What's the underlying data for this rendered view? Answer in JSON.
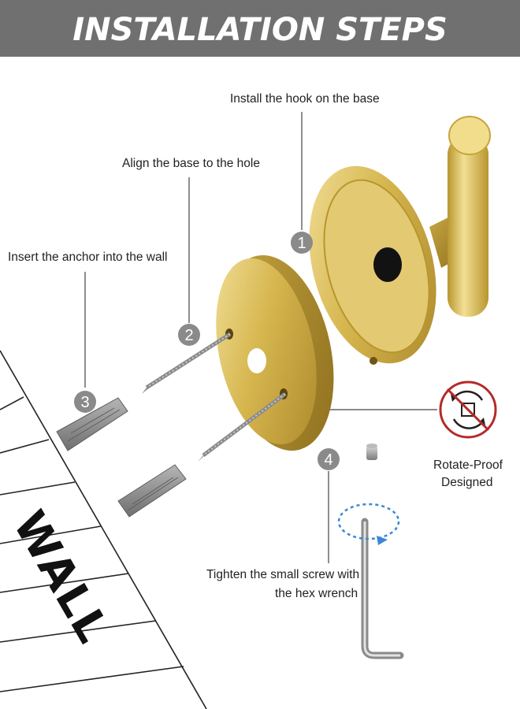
{
  "title": "INSTALLATION STEPS",
  "steps": [
    {
      "number": "1",
      "text": "Install the hook on the base"
    },
    {
      "number": "2",
      "text": "Align the base to the hole"
    },
    {
      "number": "3",
      "text": "Insert the anchor into the wall"
    },
    {
      "number": "4",
      "text_line1": "Tighten the small screw with",
      "text_line2": "the hex wrench"
    }
  ],
  "wall_label": "WALL",
  "badge": {
    "line1": "Rotate-Proof",
    "line2": "Designed"
  },
  "colors": {
    "banner": "#707070",
    "gold": "#d8bd5a",
    "steel": "#9a9a9a",
    "prohibit": "#b52a2a",
    "rotate_arrow": "#3b87d8"
  }
}
